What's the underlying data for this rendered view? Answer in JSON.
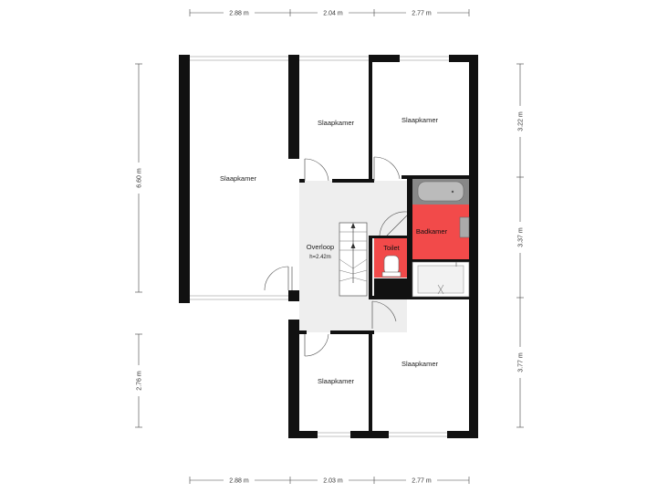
{
  "rooms": {
    "bedroom_left": "Slaapkamer",
    "bedroom_top_middle": "Slaapkamer",
    "bedroom_top_right": "Slaapkamer",
    "landing": "Overloop",
    "landing_height": "h=2.42m",
    "bathroom": "Badkamer",
    "toilet": "Toilet",
    "bedroom_bottom_middle": "Slaapkamer",
    "bedroom_bottom_right": "Slaapkamer"
  },
  "dimensions": {
    "top": [
      "2.88 m",
      "2.04 m",
      "2.77 m"
    ],
    "bottom": [
      "2.88 m",
      "2.03 m",
      "2.77 m"
    ],
    "left": [
      "6.60 m",
      "2.76 m"
    ],
    "right": [
      "3.22 m",
      "3.37 m",
      "3.77 m"
    ]
  },
  "colors": {
    "wall": "#111111",
    "wet_room": "#f24a4a",
    "landing_floor": "#eeeeee",
    "background": "#ffffff"
  }
}
